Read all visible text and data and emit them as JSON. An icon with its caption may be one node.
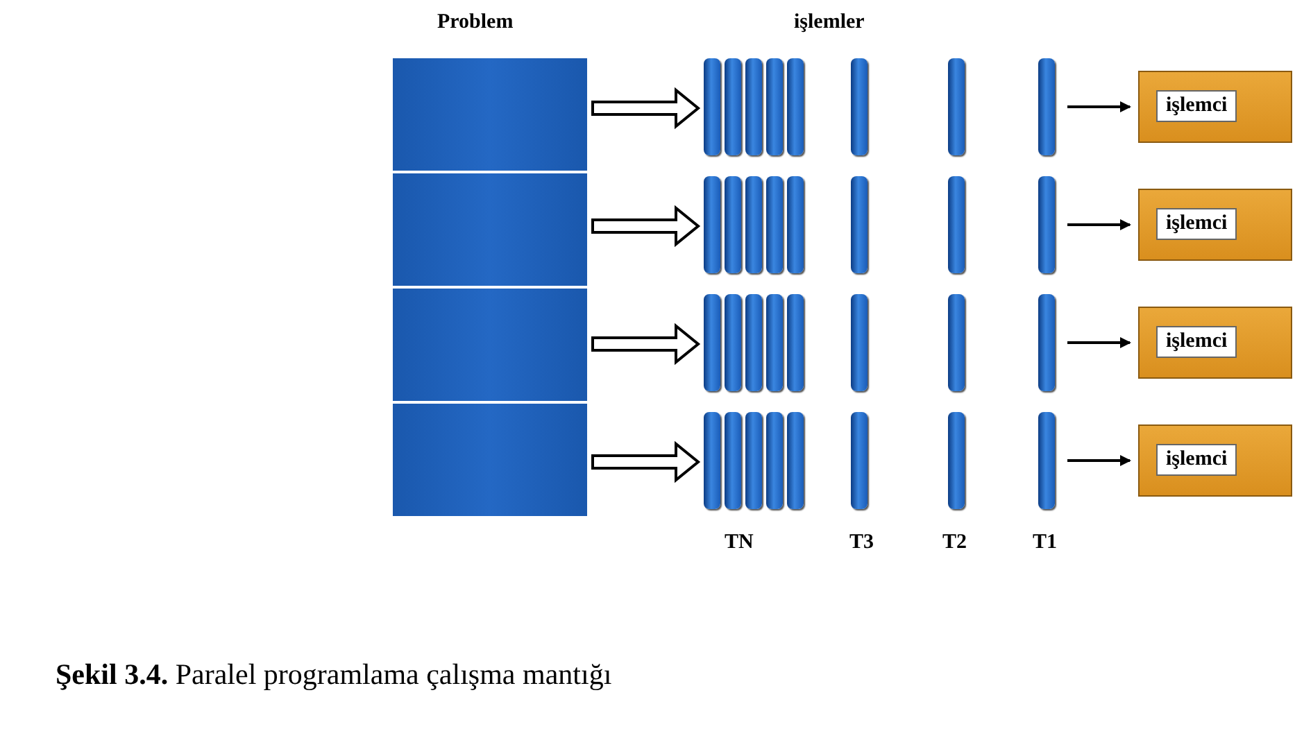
{
  "diagram": {
    "caption": "**Şekil 3.4.** Paralel programlama çalışma mantığı",
    "nodes": [
      {
        "text": [
          "Problem"
        ]
      },
      {
        "text": [],
        "shape": "box",
        "in": 0
      },
      {
        "text": [],
        "shape": "box",
        "in": 0
      },
      {
        "text": [],
        "shape": "box",
        "in": 0
      },
      {
        "text": [],
        "shape": "box",
        "in": 0
      },
      {
        "text": [],
        "shape": "bar"
      },
      {
        "text": [],
        "shape": "bar"
      },
      {
        "text": [],
        "shape": "bar"
      },
      {
        "text": [],
        "shape": "bar"
      },
      {
        "text": [
          "işlemci"
        ]
      },
      {
        "text": [],
        "shape": "bar"
      },
      {
        "text": [],
        "shape": "bar"
      },
      {
        "text": [],
        "shape": "bar"
      },
      {
        "text": [],
        "shape": "bar"
      },
      {
        "text": [
          "işlemci"
        ]
      },
      {
        "text": [],
        "shape": "bar"
      },
      {
        "text": [],
        "shape": "bar"
      },
      {
        "text": [],
        "shape": "bar"
      },
      {
        "text": [],
        "shape": "bar"
      },
      {
        "text": [
          "işlemci"
        ]
      },
      {
        "text": [],
        "shape": "bar"
      },
      {
        "text": [],
        "shape": "bar"
      },
      {
        "text": [],
        "shape": "bar"
      },
      {
        "text": [],
        "shape": "bar"
      },
      {
        "text": [
          "işlemci"
        ]
      }
    ],
    "edges": [
      {
        "from": 1,
        "to": 5,
        "arrow": "to"
      },
      {
        "from": 8,
        "to": 9,
        "arrow": "to"
      },
      {
        "from": 2,
        "to": 10,
        "arrow": "to"
      },
      {
        "from": 13,
        "to": 14,
        "arrow": "to"
      },
      {
        "from": 3,
        "to": 15,
        "arrow": "to"
      },
      {
        "from": 18,
        "to": 19,
        "arrow": "to"
      },
      {
        "from": 4,
        "to": 20,
        "arrow": "to"
      },
      {
        "from": 23,
        "to": 24,
        "arrow": "to"
      }
    ],
    "labels": [
      "işlemler",
      "TN",
      "T3",
      "T2",
      "T1"
    ]
  }
}
